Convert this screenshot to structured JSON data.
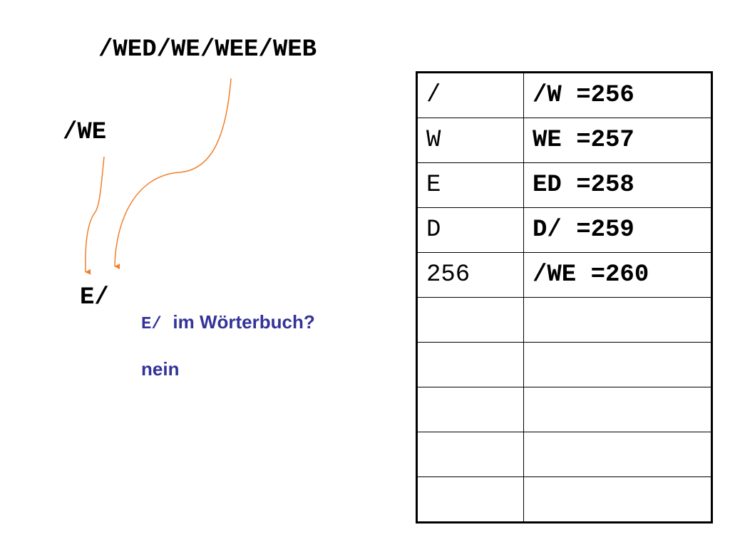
{
  "input_string": "/WED/WE/WEE/WEB",
  "current_string": "/WE",
  "next_string": "E/",
  "question": {
    "code": "E/",
    "text": "im Wörterbuch?"
  },
  "answer": "nein",
  "arrow_color": "#f07f2a",
  "dictionary": {
    "rows": [
      {
        "symbol": "/",
        "entry": "/W =256"
      },
      {
        "symbol": "W",
        "entry": "WE =257"
      },
      {
        "symbol": "E",
        "entry": "ED =258"
      },
      {
        "symbol": "D",
        "entry": "D/ =259"
      },
      {
        "symbol": "256",
        "entry": "/WE =260"
      },
      {
        "symbol": "",
        "entry": ""
      },
      {
        "symbol": "",
        "entry": ""
      },
      {
        "symbol": "",
        "entry": ""
      },
      {
        "symbol": "",
        "entry": ""
      },
      {
        "symbol": "",
        "entry": ""
      }
    ]
  }
}
